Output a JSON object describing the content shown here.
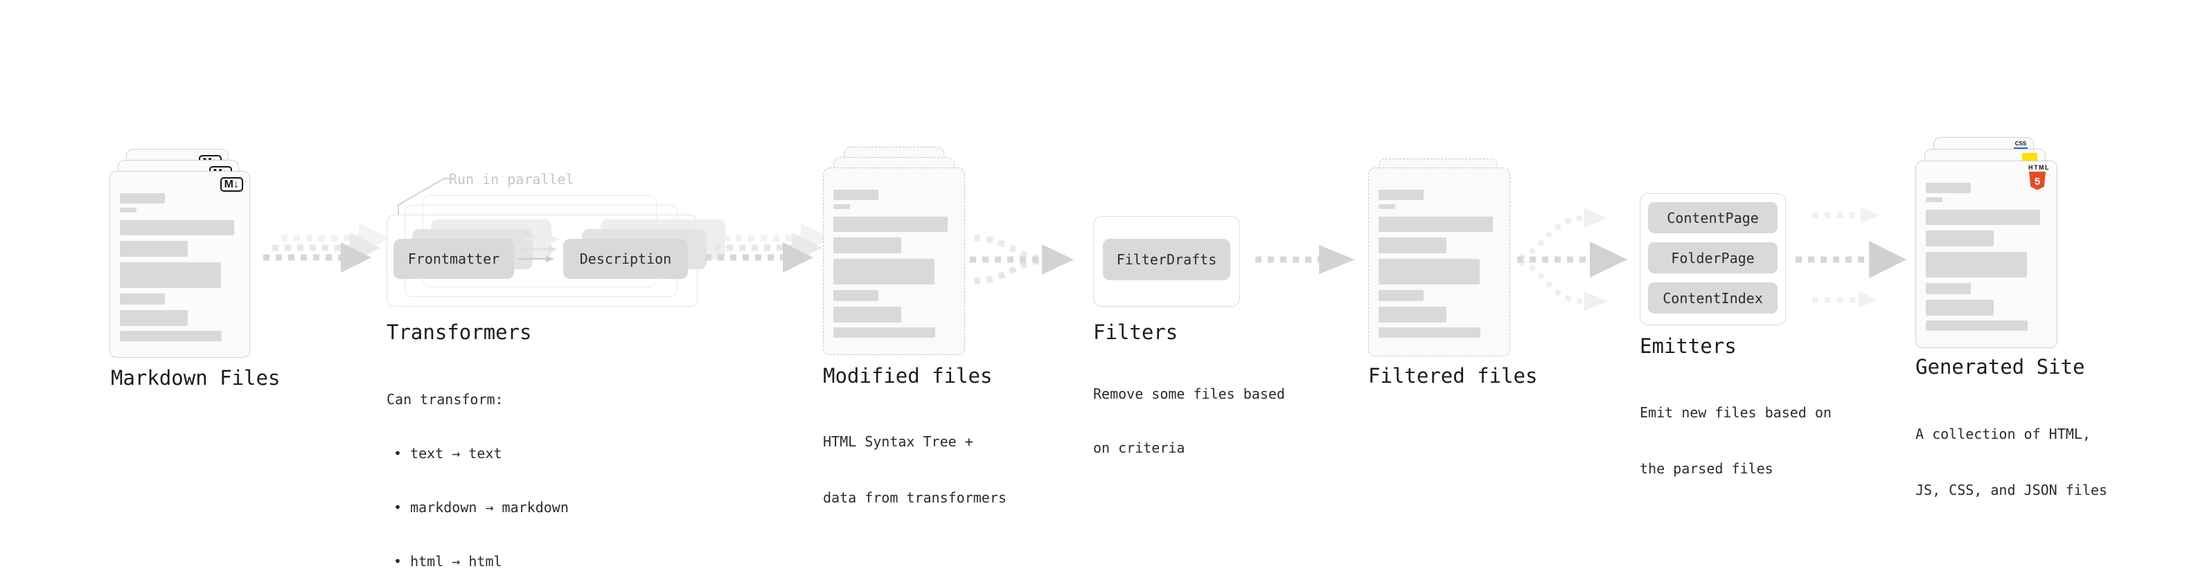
{
  "diagram": {
    "stages": {
      "markdown": {
        "label": "Markdown Files",
        "badge": "M↓"
      },
      "transformers": {
        "label": "Transformers",
        "annotation": "Run in parallel",
        "node_a": "Frontmatter",
        "node_b": "Description",
        "note_title": "Can transform:",
        "bullets": [
          "• text → text",
          "• markdown → markdown",
          "• html → html"
        ]
      },
      "modified": {
        "label": "Modified files",
        "sub": [
          "HTML Syntax Tree +",
          "data from transformers"
        ]
      },
      "filters": {
        "label": "Filters",
        "node": "FilterDrafts",
        "sub": [
          "Remove some files based",
          "on criteria"
        ]
      },
      "filtered": {
        "label": "Filtered files"
      },
      "emitters": {
        "label": "Emitters",
        "nodes": [
          "ContentPage",
          "FolderPage",
          "ContentIndex"
        ],
        "sub": [
          "Emit new files based on",
          "the parsed files"
        ]
      },
      "generated": {
        "label": "Generated Site",
        "html_badge": {
          "word": "HTML",
          "number": "5"
        },
        "css_badge": "CSS",
        "sub": [
          "A collection of HTML,",
          "JS, CSS, and JSON files"
        ]
      }
    },
    "colors": {
      "html5_orange": "#e44d26",
      "js_yellow": "#ffe000",
      "css_blue": "#2862e9",
      "placeholder_gray": "#d9d9d9"
    }
  }
}
